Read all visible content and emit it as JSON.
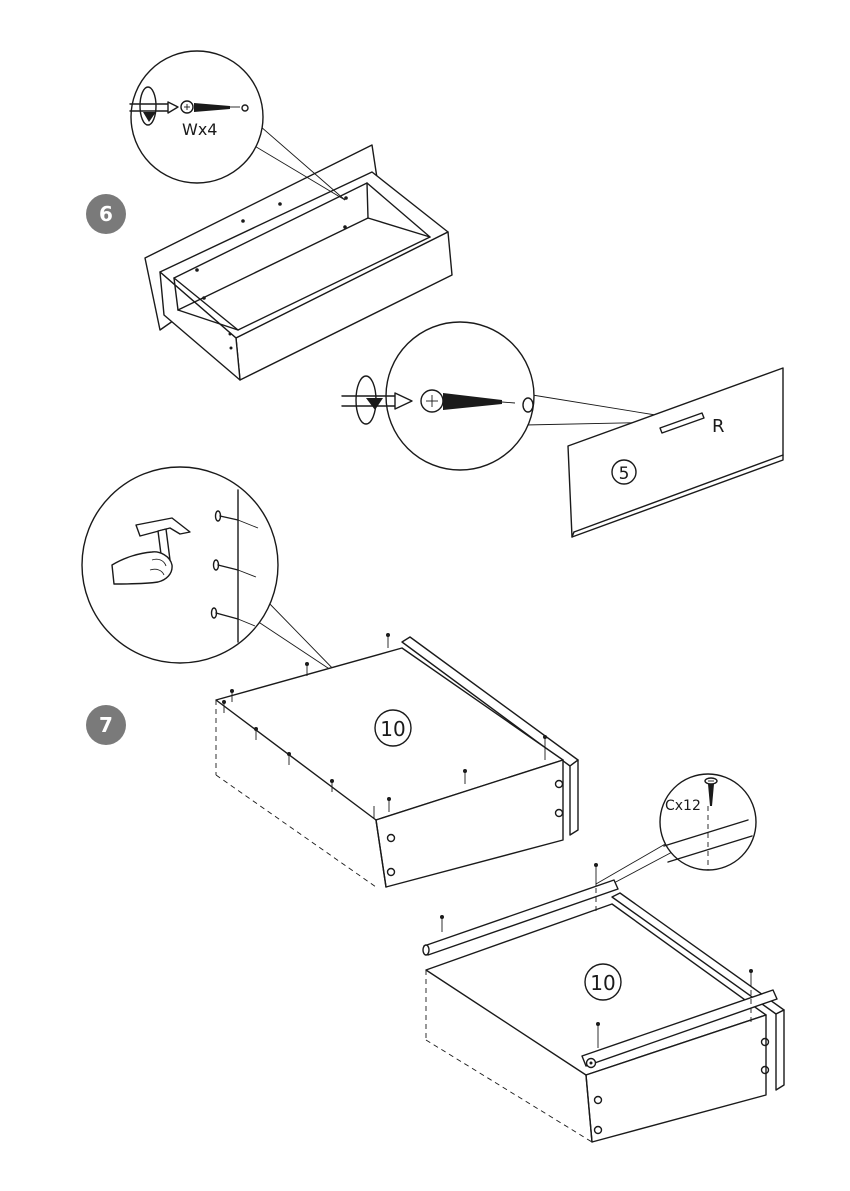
{
  "steps": [
    {
      "number": "6"
    },
    {
      "number": "7"
    }
  ],
  "labels": {
    "screws_w": "Wx4",
    "side_r": "R",
    "panel_5": "5",
    "panel_10_a": "10",
    "panel_10_b": "10",
    "screws_c": "Cx12"
  },
  "colors": {
    "badge": "#7a7a7a",
    "line": "#1a1a1a"
  }
}
